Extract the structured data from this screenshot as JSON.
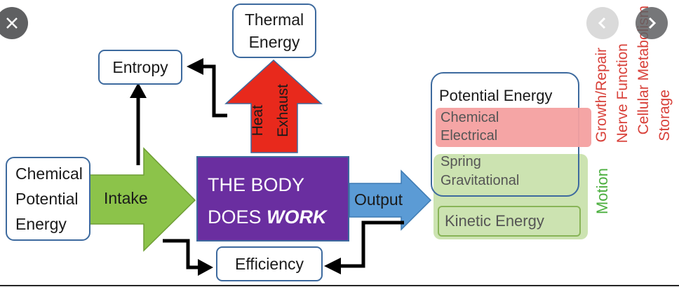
{
  "nodes": {
    "chemical_potential": [
      "Chemical",
      "Potential",
      "Energy"
    ],
    "entropy": "Entropy",
    "thermal": [
      "Thermal",
      "Energy"
    ],
    "body_prefix": "THE BODY",
    "body_does": "DOES",
    "body_work": "WORK",
    "efficiency": "Efficiency",
    "intake": "Intake",
    "output": "Output",
    "heat": "Heat",
    "exhaust": "Exhaust",
    "potential_energy": "Potential Energy",
    "chemical_electrical": [
      "Chemical",
      "Electrical"
    ],
    "spring_gravitational": [
      "Spring",
      "Gravitational"
    ],
    "kinetic_energy": "Kinetic Energy",
    "motion": "Motion",
    "uses": [
      "Growth/Repair",
      "Nerve Function",
      "Cellular Metabolism",
      "Storage"
    ]
  },
  "colors": {
    "intake_arrow": "#8cc34a",
    "output_arrow": "#5b9bd5",
    "heat_arrow": "#e8291c",
    "body_box": "#6a2ea0",
    "chemical_band": "#f4a0a0",
    "motion_band": "#c6e0a8",
    "box_border": "#3d6a9e",
    "motion_text": "#4caf3f",
    "uses_text": "#d8413a"
  },
  "ui": {
    "close_icon": "close-icon",
    "prev_icon": "chevron-left-icon",
    "next_icon": "chevron-right-icon"
  }
}
